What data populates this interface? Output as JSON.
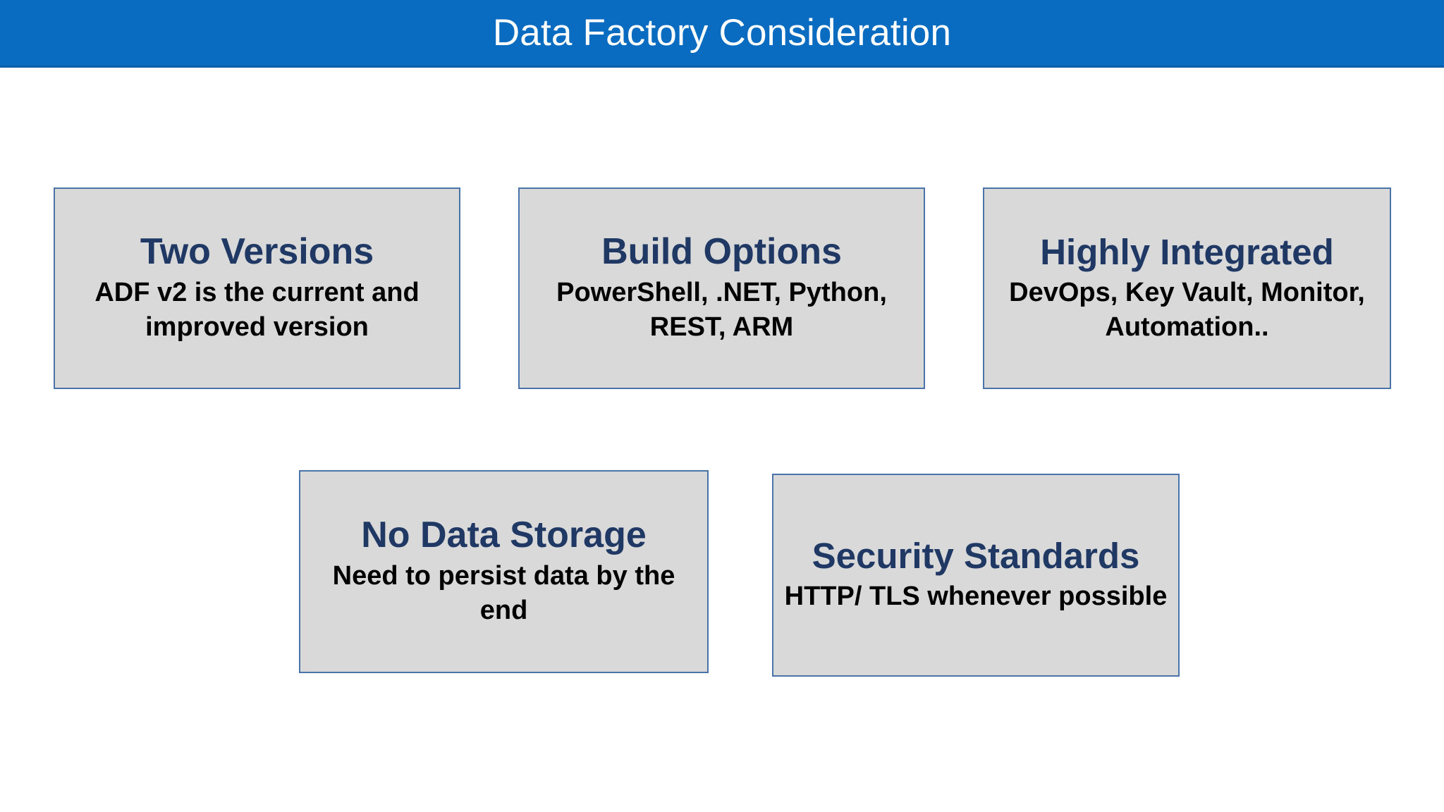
{
  "slide": {
    "title": "Data Factory Consideration",
    "banner_color": "#0A6CC0",
    "background_color": "#FFFFFF"
  },
  "theme": {
    "card_fill": "#D9D9D9",
    "card_border": "#4A73A8",
    "heading_color": "#1F3864",
    "body_color": "#000000",
    "title_color": "#FFFFFF"
  },
  "cards": [
    {
      "id": "two-versions",
      "heading": "Two Versions",
      "body": "ADF v2 is the current and improved version"
    },
    {
      "id": "build-options",
      "heading": "Build Options",
      "body": "PowerShell, .NET, Python, REST, ARM"
    },
    {
      "id": "highly-integrated",
      "heading": "Highly Integrated",
      "body": "DevOps, Key Vault, Monitor, Automation.."
    },
    {
      "id": "no-data-storage",
      "heading": "No Data Storage",
      "body": "Need to persist data by the end"
    },
    {
      "id": "security-standards",
      "heading": "Security Standards",
      "body": "HTTP/ TLS whenever possible"
    }
  ]
}
